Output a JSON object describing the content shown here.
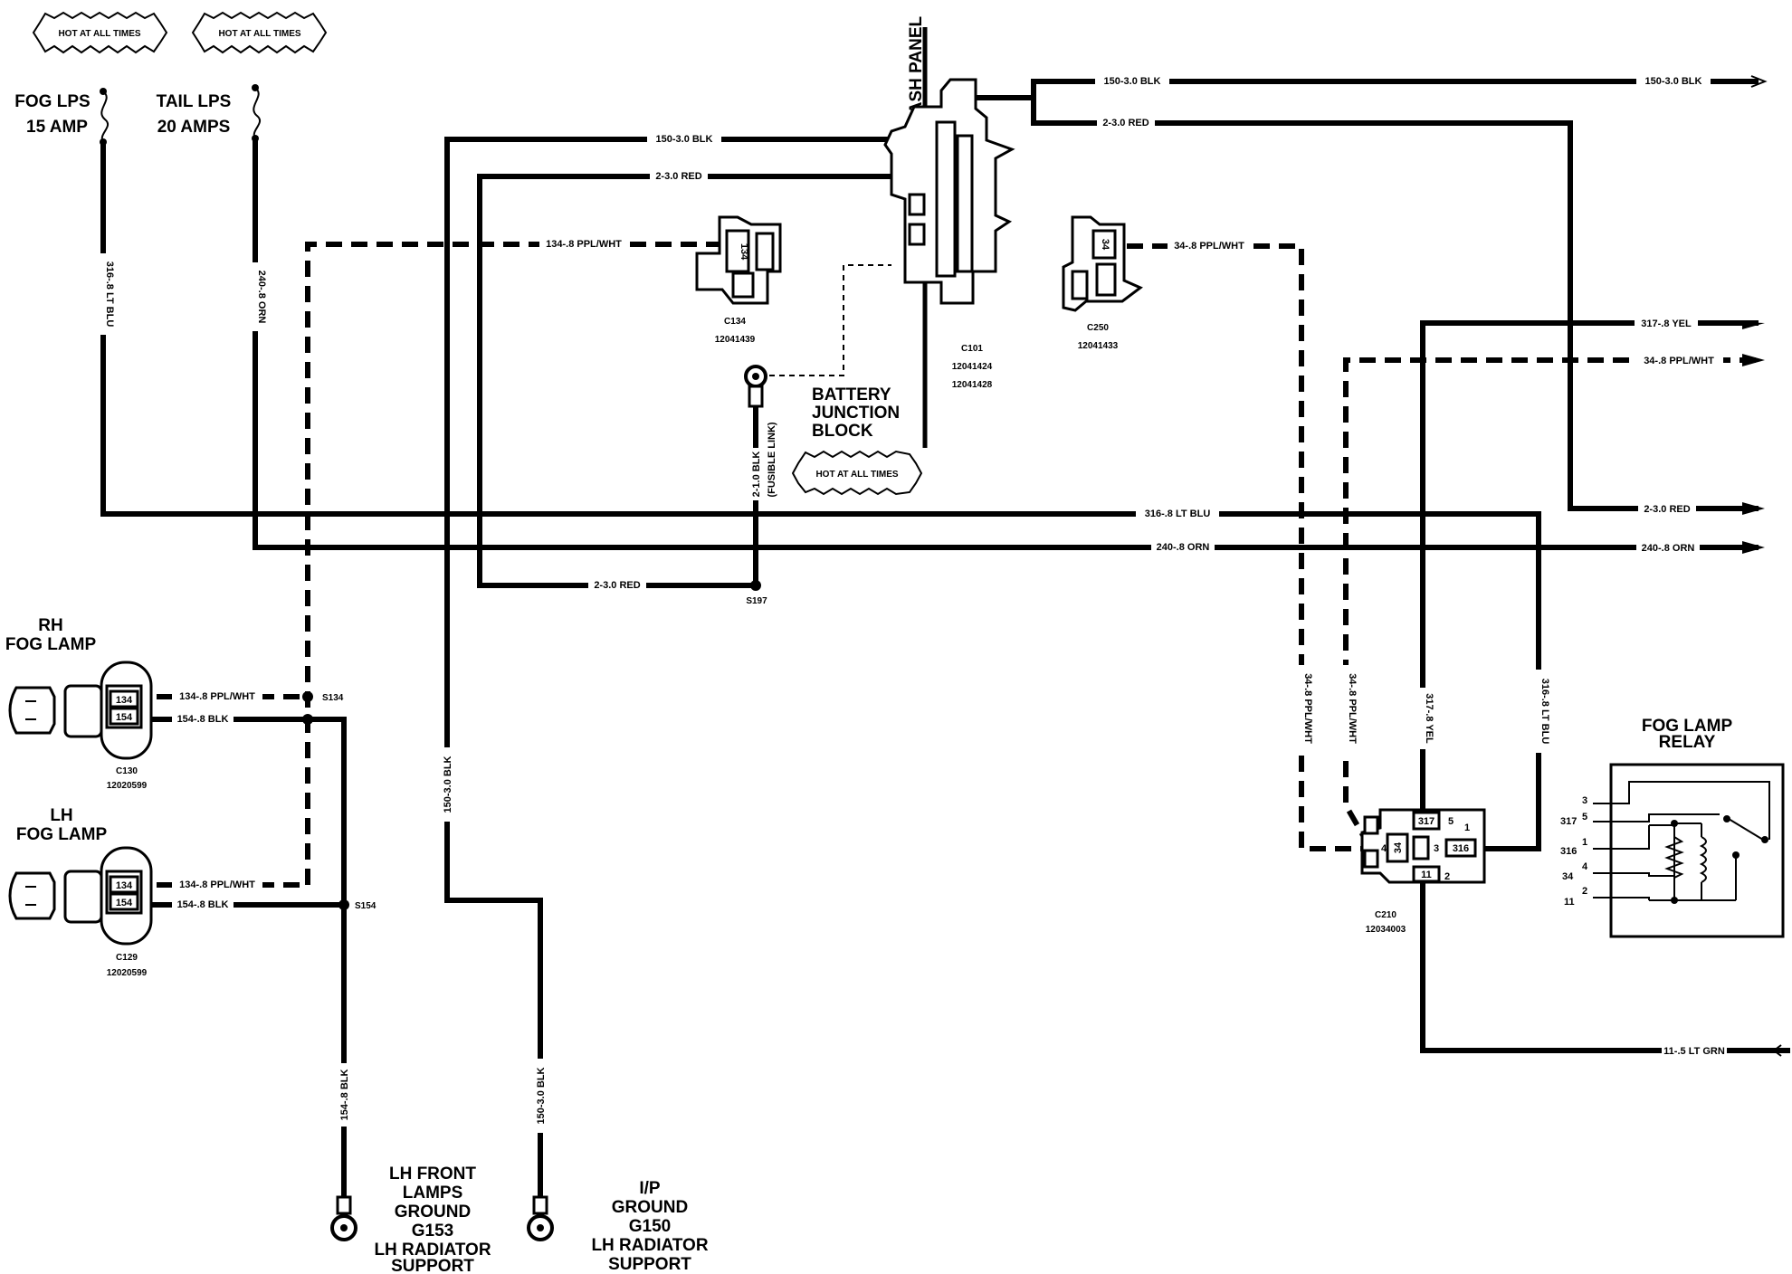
{
  "hot": {
    "fuse1": "HOT AT ALL TIMES",
    "fuse2": "HOT AT ALL TIMES",
    "battery": "HOT AT ALL TIMES"
  },
  "fuses": {
    "fog_name": "FOG LPS",
    "fog_rating": "15 AMP",
    "tail_name": "TAIL LPS",
    "tail_rating": "20 AMPS"
  },
  "dash": {
    "panel": "DASH PANEL"
  },
  "wires": {
    "w150_top_left": "150-3.0 BLK",
    "w2_top_left": "2-3.0 RED",
    "w150_top_right": "150-3.0 BLK",
    "w150_right_end": "150-3.0 BLK",
    "w2_top_right": "2-3.0 RED",
    "w134_top": "134-.8 PPL/WHT",
    "w34_top": "34-.8 PPL/WHT",
    "w316_vert": "316-.8 LT BLU",
    "w240_vert": "240-.8 ORN",
    "w316_horiz": "316-.8 LT BLU",
    "w240_horiz": "240-.8 ORN",
    "w2_s197": "2-3.0 RED",
    "w2_1_0": "2-1.0 BLK",
    "fusible_link": "(FUSIBLE LINK)",
    "w317_right": "317-.8 YEL",
    "w34_right": "34-.8 PPL/WHT",
    "w2_right": "2-3.0 RED",
    "w240_right": "240-.8 ORN",
    "w134_rh": "134-.8 PPL/WHT",
    "w154_rh": "154-.8 BLK",
    "w134_lh": "134-.8 PPL/WHT",
    "w154_lh": "154-.8 BLK",
    "w150_vert": "150-3.0 BLK",
    "w154_ground": "154-.8 BLK",
    "w150_ground": "150-3.0 BLK",
    "w34_a": "34-.8 PPL/WHT",
    "w34_b": "34-.8 PPL/WHT",
    "w317_vert": "317-.8 YEL",
    "w316_relay": "316-.8 LT BLU",
    "w11": "11-.5 LT GRN"
  },
  "connectors": {
    "c134_pin": "134",
    "c134_name": "C134",
    "c134_part": "12041439",
    "c250_pin": "34",
    "c250_name": "C250",
    "c250_part": "12041433",
    "c101_name": "C101",
    "c101_part1": "12041424",
    "c101_part2": "12041428",
    "c130_pin1": "134",
    "c130_pin2": "154",
    "c130_name": "C130",
    "c130_part": "12020599",
    "c129_pin1": "134",
    "c129_pin2": "154",
    "c129_name": "C129",
    "c129_part": "12020599",
    "c210_name": "C210",
    "c210_part": "12034003"
  },
  "splices": {
    "s197": "S197",
    "s134": "S134",
    "s154": "S154"
  },
  "battery_block": {
    "line1": "BATTERY",
    "line2": "JUNCTION",
    "line3": "BLOCK"
  },
  "lamps": {
    "rh_line1": "RH",
    "rh_line2": "FOG LAMP",
    "lh_line1": "LH",
    "lh_line2": "FOG LAMP"
  },
  "grounds": {
    "g153_line1": "LH FRONT",
    "g153_line2": "LAMPS",
    "g153_line3": "GROUND",
    "g153_line4": "G153",
    "g153_line5": "LH RADIATOR",
    "g153_line6": "SUPPORT",
    "g150_line1": "I/P",
    "g150_line2": "GROUND",
    "g150_line3": "G150",
    "g150_line4": "LH RADIATOR",
    "g150_line5": "SUPPORT"
  },
  "relay_connector": {
    "p317": "317",
    "p5": "5",
    "p34": "34",
    "p4": "4",
    "p3": "3",
    "p316": "316",
    "p1": "1",
    "p11": "11",
    "p2": "2"
  },
  "relay": {
    "title1": "FOG LAMP",
    "title2": "RELAY",
    "pins": [
      "3",
      "5",
      "1",
      "4",
      "2"
    ],
    "circuits": [
      "317",
      "316",
      "34",
      "11"
    ]
  }
}
